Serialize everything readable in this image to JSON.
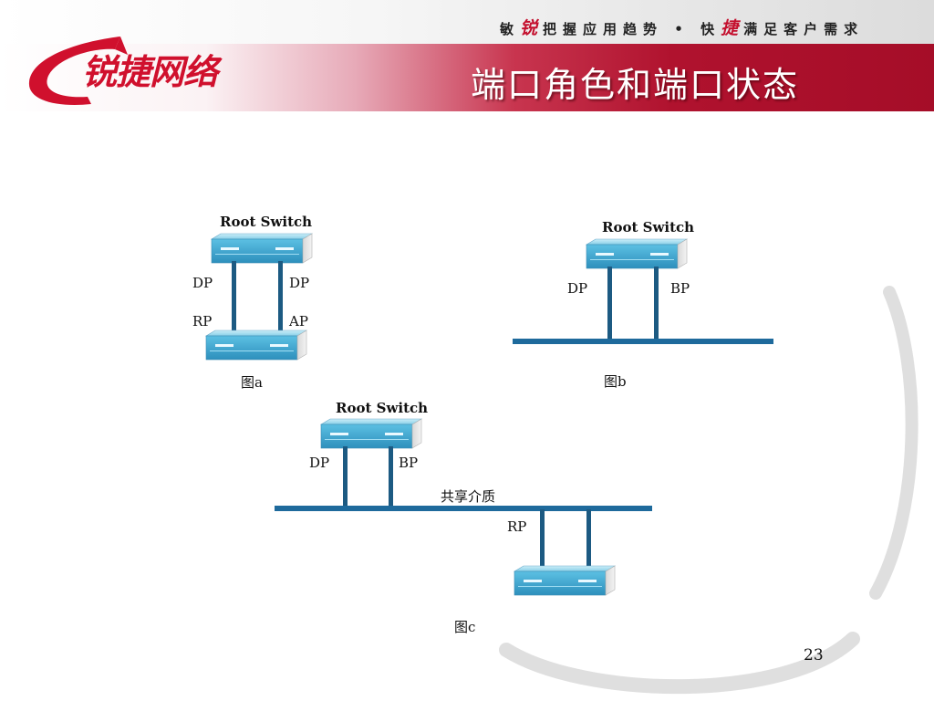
{
  "header": {
    "slogan_parts": [
      "敏",
      "锐",
      "把握应用趋势 • 快",
      "捷",
      "满足客户需求"
    ],
    "title": "端口角色和端口状态",
    "logo_text": "锐捷网络"
  },
  "colors": {
    "brand_red": "#c4102e",
    "switch_top": "#9edcf0",
    "switch_front": "#4eb3da",
    "link": "#1c5a82",
    "bus": "#1e6a9c"
  },
  "diagram_a": {
    "root_label": "Root Switch",
    "root_left_port": "DP",
    "root_right_port": "DP",
    "bottom_left_port": "RP",
    "bottom_right_port": "AP",
    "caption": "图a"
  },
  "diagram_b": {
    "root_label": "Root Switch",
    "left_port": "DP",
    "right_port": "BP",
    "caption": "图b"
  },
  "diagram_c": {
    "root_label": "Root Switch",
    "left_port": "DP",
    "right_port": "BP",
    "medium_label": "共享介质",
    "bottom_port": "RP",
    "caption": "图c"
  },
  "footer": {
    "page_number": "23"
  }
}
